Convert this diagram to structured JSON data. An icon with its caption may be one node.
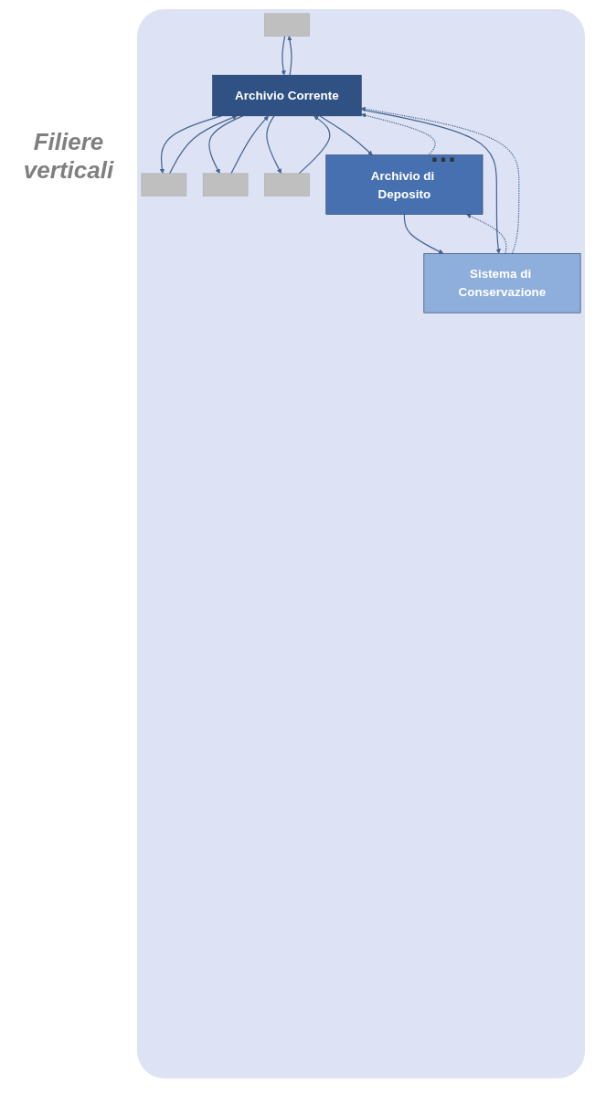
{
  "diagram": {
    "nodes": [
      {
        "text": [],
        "shape": "bar"
      },
      {
        "text": [],
        "shape": "bar"
      },
      {
        "text": [],
        "shape": "bar"
      },
      {
        "text": [],
        "shape": "bar"
      },
      {
        "text": [
          "Archivio Corrente"
        ]
      },
      {
        "text": [
          "Archivio di Deposito"
        ]
      },
      {
        "text": [
          "Sistema di Conservazione"
        ]
      }
    ],
    "edges": [
      {
        "from": 0,
        "to": 4,
        "arrow": "to"
      },
      {
        "from": 4,
        "to": 0,
        "arrow": "to"
      },
      {
        "from": 1,
        "to": 4,
        "arrow": "to"
      },
      {
        "from": 4,
        "to": 1,
        "arrow": "to"
      },
      {
        "from": 2,
        "to": 4,
        "arrow": "to"
      },
      {
        "from": 4,
        "to": 2,
        "arrow": "to"
      },
      {
        "from": 3,
        "to": 4,
        "arrow": "to"
      },
      {
        "from": 4,
        "to": 3,
        "arrow": "to"
      },
      {
        "from": 4,
        "to": 5,
        "arrow": "to"
      },
      {
        "from": 5,
        "to": 4,
        "arrow": "to",
        "style": "dashed"
      },
      {
        "from": 5,
        "to": 6,
        "arrow": "to"
      },
      {
        "from": 6,
        "to": 5,
        "arrow": "to",
        "style": "dashed"
      },
      {
        "from": 4,
        "to": 6,
        "arrow": "to"
      },
      {
        "from": 6,
        "to": 4,
        "arrow": "to",
        "style": "dashed"
      }
    ],
    "labels": [
      "Filiere verticali",
      "…"
    ]
  }
}
